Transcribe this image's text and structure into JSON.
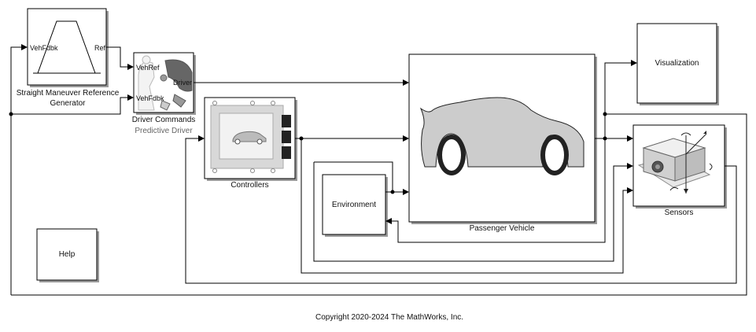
{
  "blocks": {
    "ref_gen": {
      "label_line1": "Straight Maneuver Reference",
      "label_line2": "Generator",
      "port_in": "VehFdbk",
      "port_out": "Ref"
    },
    "driver": {
      "label": "Driver Commands",
      "sublabel": "Predictive Driver",
      "port_in1": "VehRef",
      "port_in2": "VehFdbk",
      "port_out": "Driver"
    },
    "controllers": {
      "label": "Controllers"
    },
    "vehicle": {
      "label": "Passenger Vehicle"
    },
    "environment": {
      "text": "Environment"
    },
    "visualization": {
      "text": "Visualization"
    },
    "sensors": {
      "label": "Sensors"
    },
    "help": {
      "text": "Help"
    }
  },
  "footer": {
    "copyright": "Copyright 2020-2024 The MathWorks, Inc."
  },
  "colors": {
    "line": "#000000",
    "shadow": "#9a9a9a",
    "car_body": "#cccccc",
    "wheel": "#222222"
  }
}
